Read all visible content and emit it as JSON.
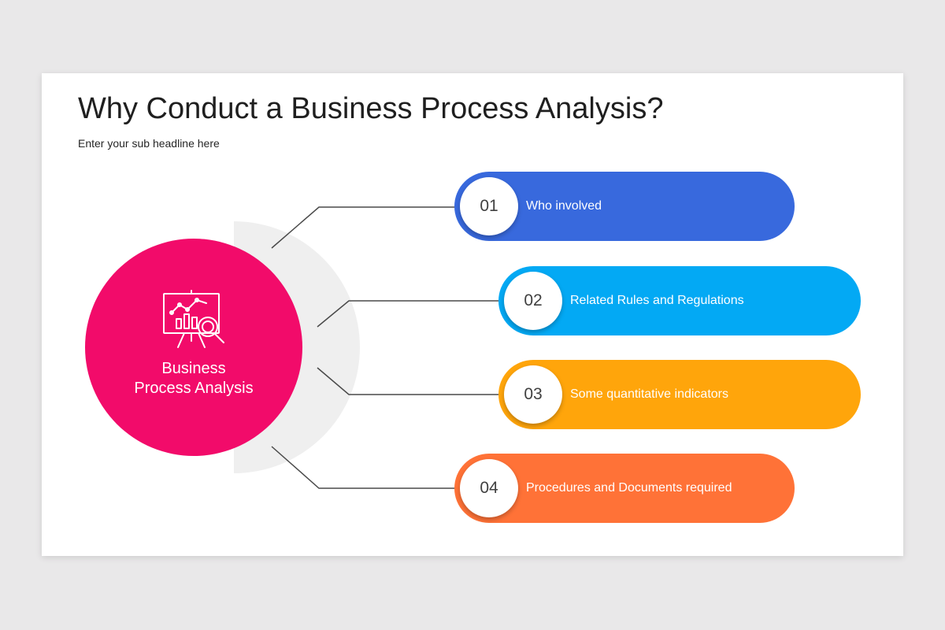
{
  "slide": {
    "title": "Why Conduct a Business Process Analysis?",
    "subtitle": "Enter your sub headline here"
  },
  "hub": {
    "label_line1": "Business",
    "label_line2": "Process Analysis",
    "color": "#f20b6a",
    "icon": "presentation-board-chart-magnifier-icon"
  },
  "items": [
    {
      "number": "01",
      "label": "Who involved",
      "color": "#3869dd"
    },
    {
      "number": "02",
      "label": "Related Rules and Regulations",
      "color": "#03a9f4"
    },
    {
      "number": "03",
      "label": "Some quantitative indicators",
      "color": "#ffa50b"
    },
    {
      "number": "04",
      "label": "Procedures and Documents required",
      "color": "#ff7237"
    }
  ]
}
